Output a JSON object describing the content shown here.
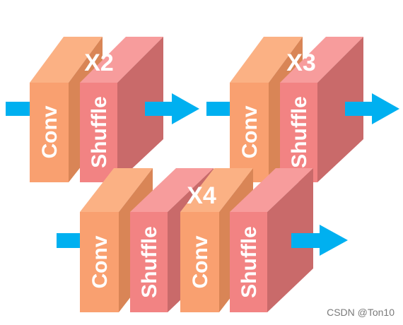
{
  "groups": [
    {
      "label": "X2",
      "blocks": [
        {
          "label": "Conv",
          "type": "conv"
        },
        {
          "label": "Shuffle",
          "type": "shuffle"
        }
      ]
    },
    {
      "label": "X3",
      "blocks": [
        {
          "label": "Conv",
          "type": "conv"
        },
        {
          "label": "Shuffle",
          "type": "shuffle"
        }
      ]
    },
    {
      "label": "X4",
      "blocks": [
        {
          "label": "Conv",
          "type": "conv"
        },
        {
          "label": "Shuffle",
          "type": "shuffle"
        },
        {
          "label": "Conv",
          "type": "conv"
        },
        {
          "label": "Shuffle",
          "type": "shuffle"
        }
      ]
    }
  ],
  "colors": {
    "conv_front": "#F9A070",
    "conv_top": "#FBB184",
    "conv_side": "#D98556",
    "shuffle_front": "#F28383",
    "shuffle_top": "#F79C9C",
    "shuffle_side": "#C96A6A",
    "arrow": "#00B0F0"
  },
  "watermark": "CSDN @Ton10"
}
